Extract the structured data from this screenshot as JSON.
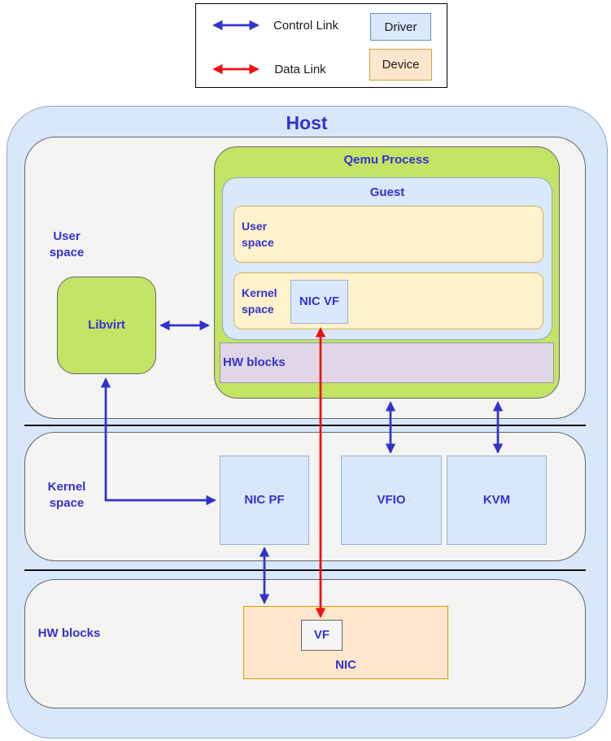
{
  "legend": {
    "control_link_label": "Control Link",
    "data_link_label": "Data Link",
    "driver_label": "Driver",
    "device_label": "Device"
  },
  "host": {
    "title": "Host",
    "user_space_section": {
      "label": "User space",
      "libvirt_label": "Libvirt",
      "qemu": {
        "title": "Qemu Process",
        "guest": {
          "title": "Guest",
          "user_space_label": "User space",
          "kernel_space_label": "Kernel space",
          "nic_vf_label": "NIC VF"
        },
        "hw_blocks_label": "HW blocks"
      }
    },
    "kernel_space_section": {
      "label": "Kernel space",
      "nic_pf_label": "NIC PF",
      "vfio_label": "VFIO",
      "kvm_label": "KVM"
    },
    "hw_blocks_section": {
      "label": "HW blocks",
      "nic_label": "NIC",
      "vf_label": "VF"
    }
  },
  "colors": {
    "control_link": "#3333cc",
    "data_link": "#ee1111",
    "label_text": "#3333cc",
    "driver_fill": "#dae8fc",
    "device_fill": "#ffe6cc",
    "host_fill": "#d9e7fb",
    "green_fill": "#c3e465",
    "purple_fill": "#e1d6e7",
    "cream_fill": "#fff2cc",
    "nic_fill": "#ffe6cc",
    "section_fill": "#f4f4f2"
  }
}
